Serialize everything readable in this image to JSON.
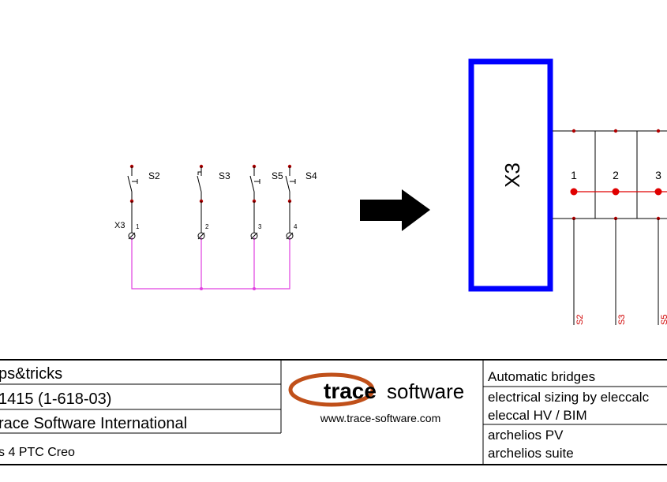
{
  "schematic": {
    "switches": [
      {
        "name": "S2",
        "terminal": "1"
      },
      {
        "name": "S3",
        "terminal": "2"
      },
      {
        "name": "S5",
        "terminal": "3"
      },
      {
        "name": "S4",
        "terminal": "4"
      }
    ],
    "strip_label": "X3",
    "wire_color": "#e040e0",
    "node_color": "#b00000"
  },
  "terminal_block": {
    "label": "X3",
    "border_color": "#0000ff",
    "terminals": [
      "1",
      "2",
      "3"
    ],
    "wire_labels": [
      "S2",
      "S3",
      "S5"
    ],
    "label_color": "#d00000"
  },
  "title_block": {
    "left_rows": [
      "ps&tricks",
      "1415 (1-618-03)",
      "race Software International",
      "s 4 PTC Creo"
    ],
    "logo_text_bold": "trace",
    "logo_text_light": "software",
    "logo_url": "www.trace-software.com",
    "right_rows": [
      "Automatic bridges",
      "electrical sizing by eleccalc",
      "eleccal HV / BIM",
      "archelios PV",
      "archelios suite"
    ],
    "logo_color": "#c0501a"
  }
}
